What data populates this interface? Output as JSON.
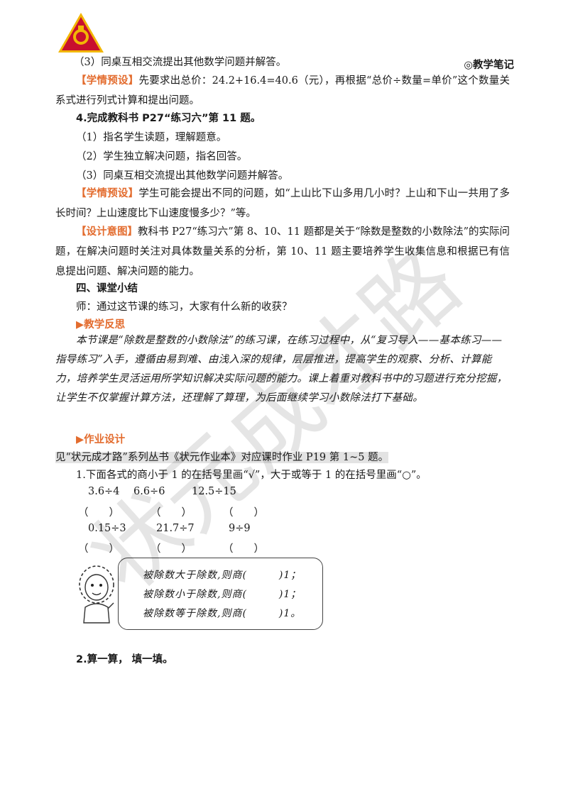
{
  "header": {
    "note_label": "◎教学笔记"
  },
  "lines": {
    "l1": "（3）同桌互相交流提出其他数学问题并解答。",
    "p1_label": "【学情预设】",
    "p1_text": "先要求出总价：24.2+16.4=40.6（元），再根据“总价÷数量=单价”这个数量关系式进行列式计算和提出问题。",
    "h4": "4.完成教科书 P27“练习六”第 11 题。",
    "s1": "（1）指名学生读题，理解题意。",
    "s2": "（2）学生独立解决问题，指名回答。",
    "s3": "（3）同桌互相交流提出其他数学问题并解答。",
    "p2_label": "【学情预设】",
    "p2_text": "学生可能会提出不同的问题，如“上山比下山多用几小时？上山和下山一共用了多长时间？上山速度比下山速度慢多少？”等。",
    "p3_label": "【设计意图】",
    "p3_text": "教科书 P27“练习六”第 8、10、11 题都是关于“除数是整数的小数除法”的实际问题，在解决问题时关注对具体数量关系的分析，第 10、11 题主要培养学生收集信息和根据已有信息提出问题、解决问题的能力。",
    "sec4": "四、课堂小结",
    "teacher": "师：通过这节课的练习，大家有什么新的收获？",
    "reflect_h": "▶教学反思",
    "reflect": "本节课是“除数是整数的小数除法”的练习课，在练习过程中，从“复习导入——基本练习——指导练习”入手，遵循由易到难、由浅入深的规律，层层推进，提高学生的观察、分析、计算能力，培养学生灵活运用所学知识解决实际问题的能力。课上着重对教科书中的习题进行充分挖掘，让学生不仅掌握计算方法，还理解了算理，为后面继续学习小数除法打下基础。",
    "hw_h": "▶作业设计",
    "hw_ref": "见“状元成才路”系列丛书《状元作业本》对应课时作业 P19 第 1~5 题。",
    "q1": "1.下面各式的商小于 1 的在括号里画“√”，大于或等于 1 的在括号里画“○”。",
    "q2": "2.算一算，  填一填。"
  },
  "exercise": {
    "row1": [
      "3.6÷4",
      "6.6÷6",
      "12.5÷15"
    ],
    "row2": [
      "0.15÷3",
      "21.7÷7",
      "9÷9"
    ],
    "paren": "（　　）"
  },
  "bubble": [
    "被除数大于除数,则商(　　　)1；",
    "被除数小于除数,则商(　　　)1；",
    "被除数等于除数,则商(　　　)1。"
  ],
  "watermark_text": "状元成才路",
  "colors": {
    "accent": "#e36c2e",
    "logo_red": "#c8102e",
    "logo_gold": "#f2b705"
  }
}
